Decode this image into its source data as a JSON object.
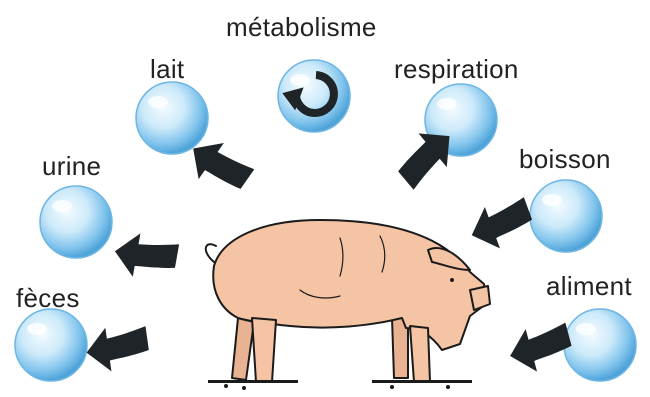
{
  "labels": {
    "metabolism": "métabolisme",
    "milk": "lait",
    "respiration": "respiration",
    "urine": "urine",
    "drink": "boisson",
    "feces": "fèces",
    "feed": "aliment"
  },
  "colors": {
    "bubble_light": "#eaf7ff",
    "bubble_mid": "#9fd4f3",
    "bubble_dark": "#4fa3d9",
    "arrow": "#1f2428",
    "pig_fill": "#f5c4a4",
    "outline": "#1b1b1b"
  }
}
